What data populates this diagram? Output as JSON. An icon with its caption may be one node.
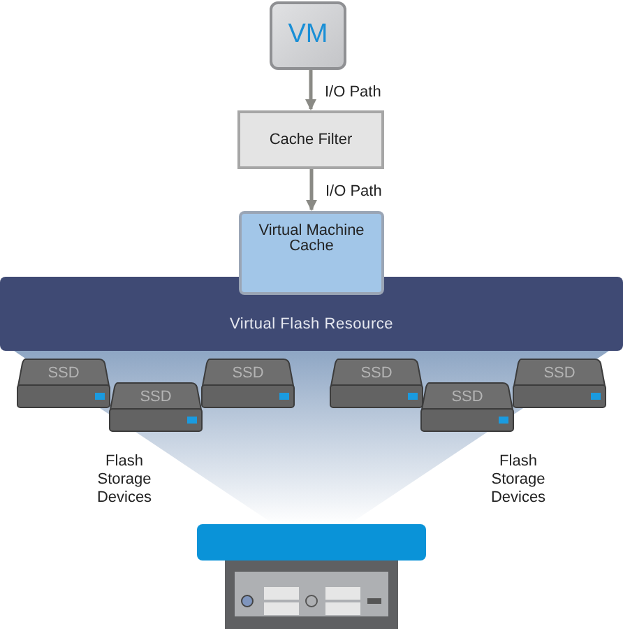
{
  "diagram": {
    "nodes": [
      {
        "text": [
          "VM"
        ]
      },
      {
        "text": [
          "Cache Filter"
        ]
      },
      {
        "text": [
          "Virtual Machine Cache"
        ]
      },
      {
        "text": [
          "Virtual Flash Resource"
        ]
      },
      {
        "text": [
          "SSD"
        ]
      },
      {
        "text": [
          "SSD"
        ]
      },
      {
        "text": [
          "SSD"
        ]
      },
      {
        "text": [
          "SSD"
        ]
      },
      {
        "text": [
          "SSD"
        ]
      },
      {
        "text": [
          "SSD"
        ]
      },
      {
        "text": [],
        "shape": "bar"
      }
    ],
    "edges": [
      {
        "from": 0,
        "to": 1,
        "arrow": "to",
        "label": "I/O Path"
      },
      {
        "from": 1,
        "to": 2,
        "arrow": "to",
        "label": "I/O Path"
      }
    ],
    "labels": [
      "Flash Storage Devices",
      "Flash Storage Devices"
    ]
  }
}
